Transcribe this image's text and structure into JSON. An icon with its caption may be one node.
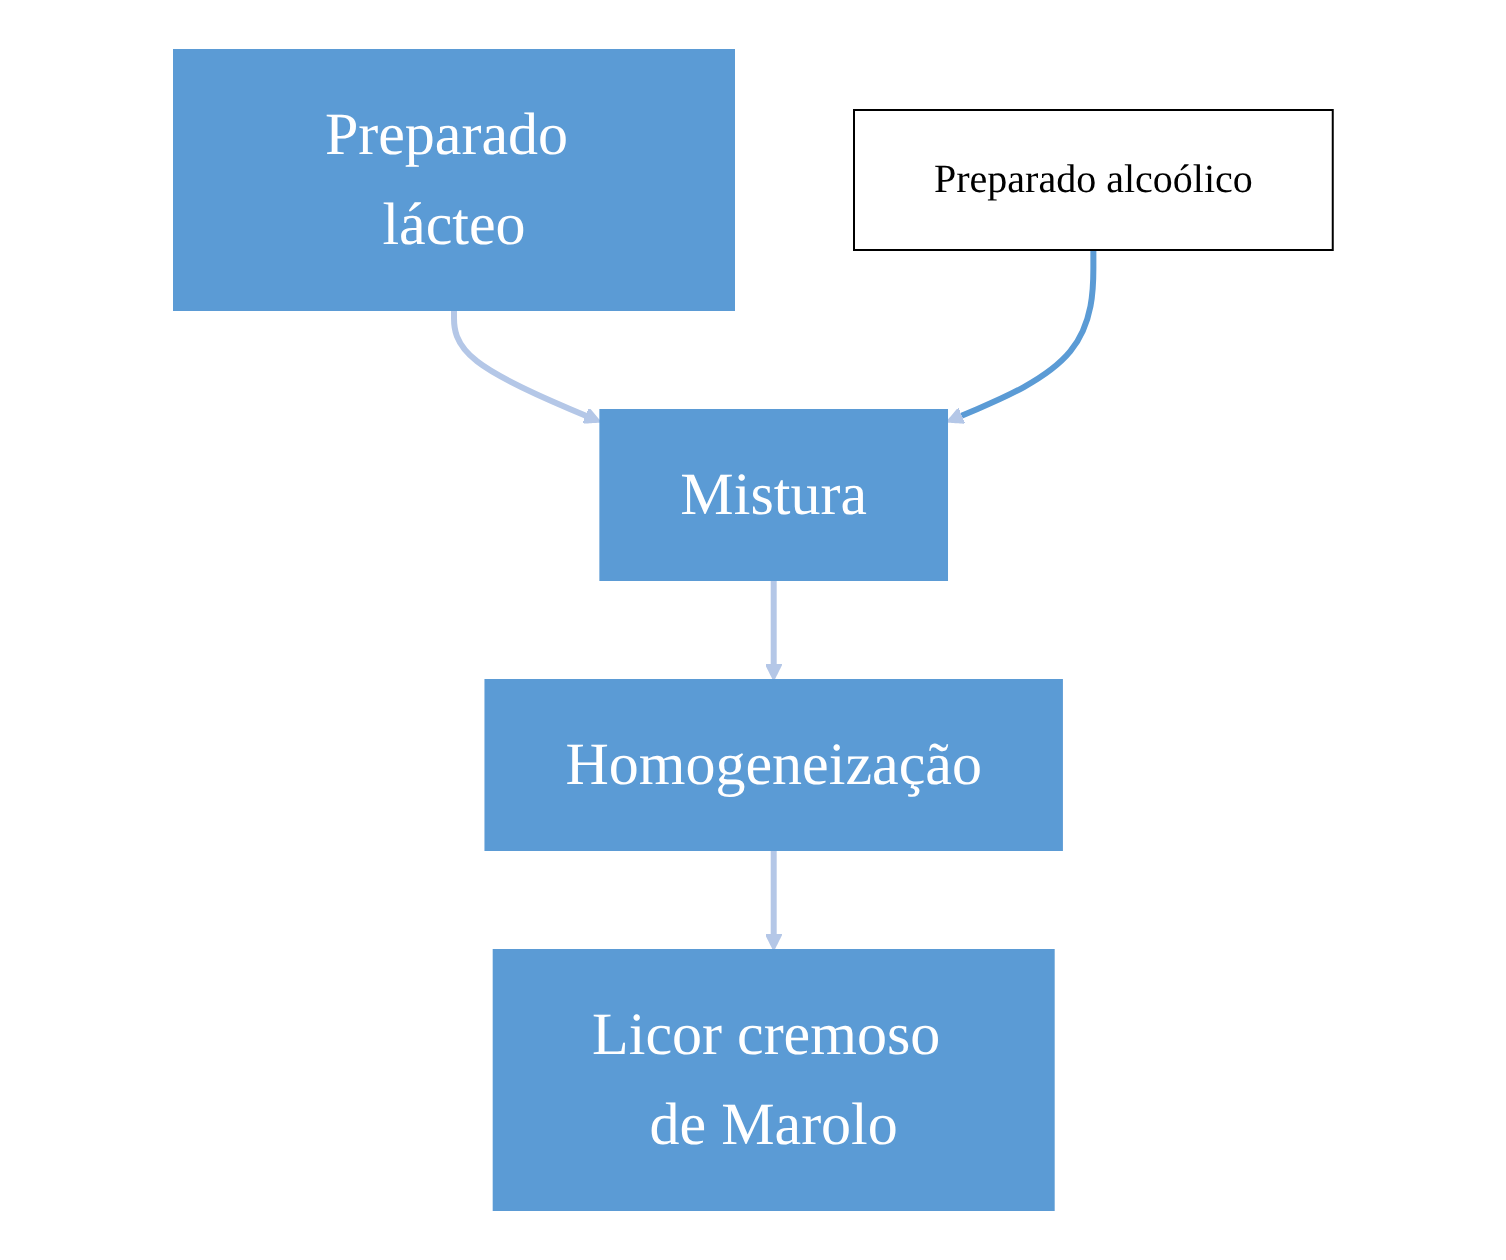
{
  "diagram": {
    "nodes": [
      {
        "text": [
          "Preparado lácteo"
        ]
      },
      {
        "text": [
          "Preparado alcoólico"
        ]
      },
      {
        "text": [
          "Mistura"
        ]
      },
      {
        "text": [
          "Homogeneização"
        ]
      },
      {
        "text": [
          "Licor cremoso de Marolo"
        ]
      }
    ],
    "edges": [
      {
        "from": 0,
        "to": 2,
        "arrow": "to"
      },
      {
        "from": 1,
        "to": 2,
        "arrow": "to",
        "color": "#5b9bd5"
      },
      {
        "from": 2,
        "to": 3,
        "arrow": "to"
      },
      {
        "from": 3,
        "to": 4,
        "arrow": "to"
      }
    ]
  }
}
